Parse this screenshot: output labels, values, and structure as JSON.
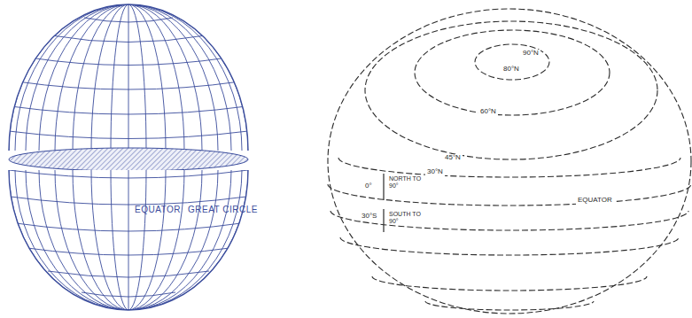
{
  "diagram": {
    "labels": [
      "EQUATOR",
      "GREAT CIRCLE",
      "90°N",
      "80°N",
      "60°N",
      "45°N",
      "30°N",
      "0°",
      "NORTH TO 90°",
      "EQUATOR",
      "30°S",
      "SOUTH TO 90°"
    ]
  }
}
